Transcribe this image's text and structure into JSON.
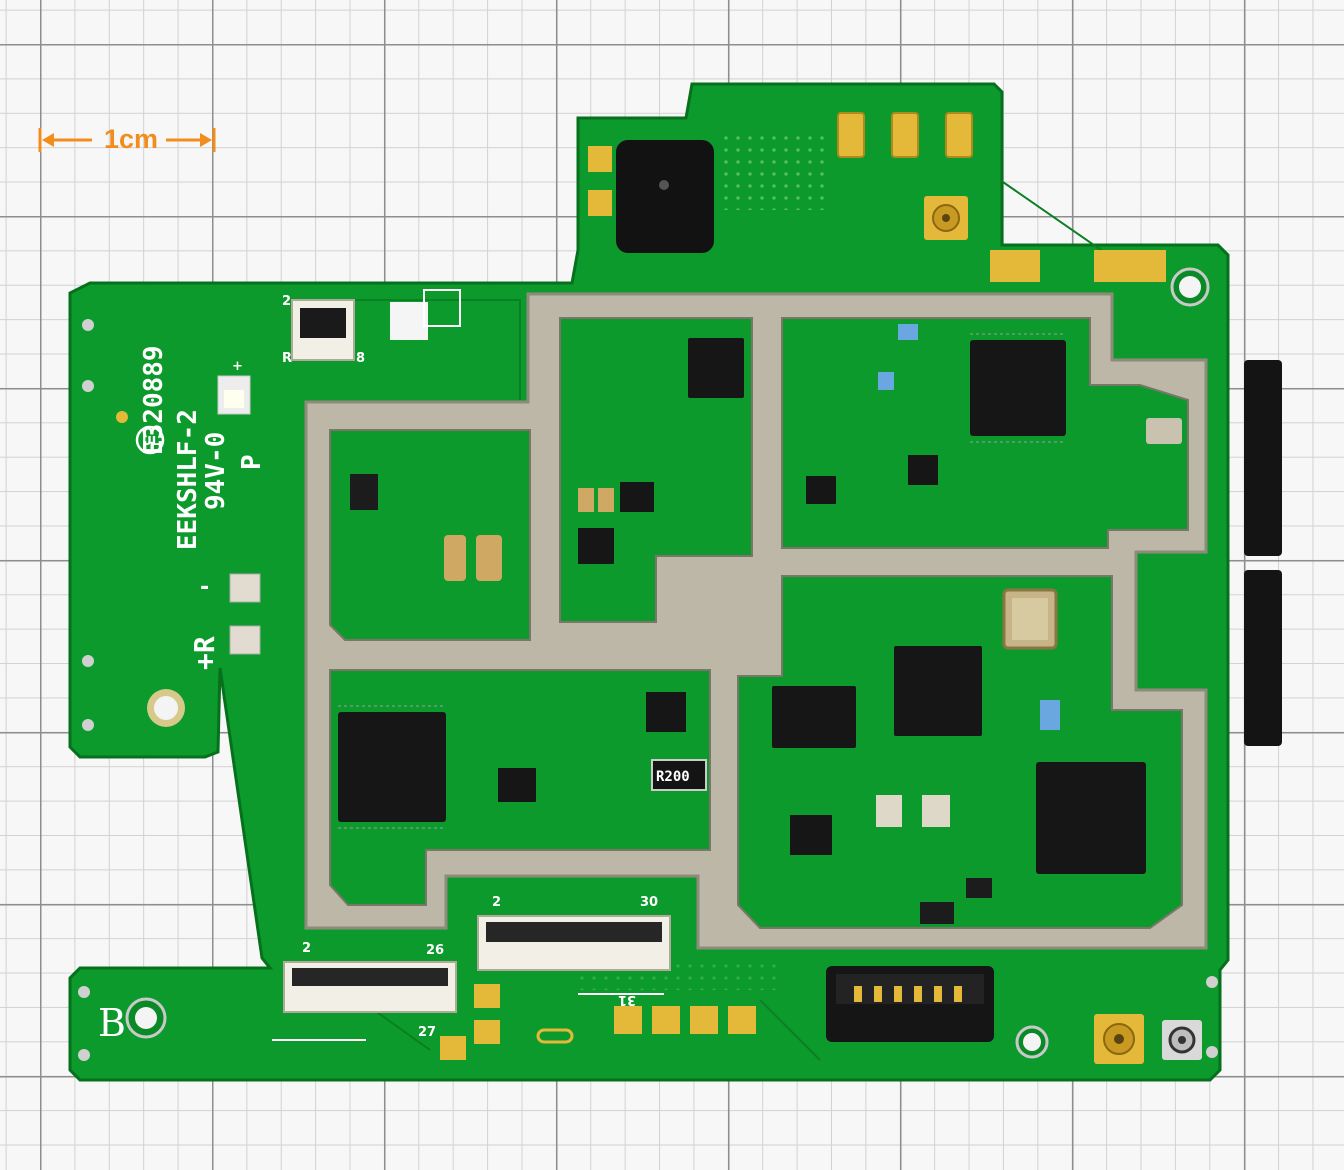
{
  "scale_bar": {
    "label": "1cm"
  },
  "silkscreen": {
    "line1": "E320889",
    "line2": "EEKSHLF-2",
    "line3": "94V-0",
    "line4": "P",
    "plus": "+",
    "minus": "-",
    "plus_r": "+R",
    "board_letter": "B",
    "led_plus": "+"
  },
  "connectors": {
    "top_fpc": {
      "pin_left": "2",
      "pin_right": "8",
      "pin_r": "R"
    },
    "fpc_left": {
      "pin_start": "2",
      "pin_end": "26",
      "pin_bottom": "27"
    },
    "fpc_right": {
      "pin_start": "2",
      "pin_end": "30"
    },
    "label_31": "31"
  },
  "components": {
    "resistor_marking": "R200"
  },
  "colors": {
    "pcb": "#0c9a2c",
    "pcb_dark": "#08751f",
    "shield": "#b9b4a4",
    "gold": "#e4b93a",
    "grid_major": "#8e8e8e",
    "scale_orange": "#f28c1c"
  }
}
